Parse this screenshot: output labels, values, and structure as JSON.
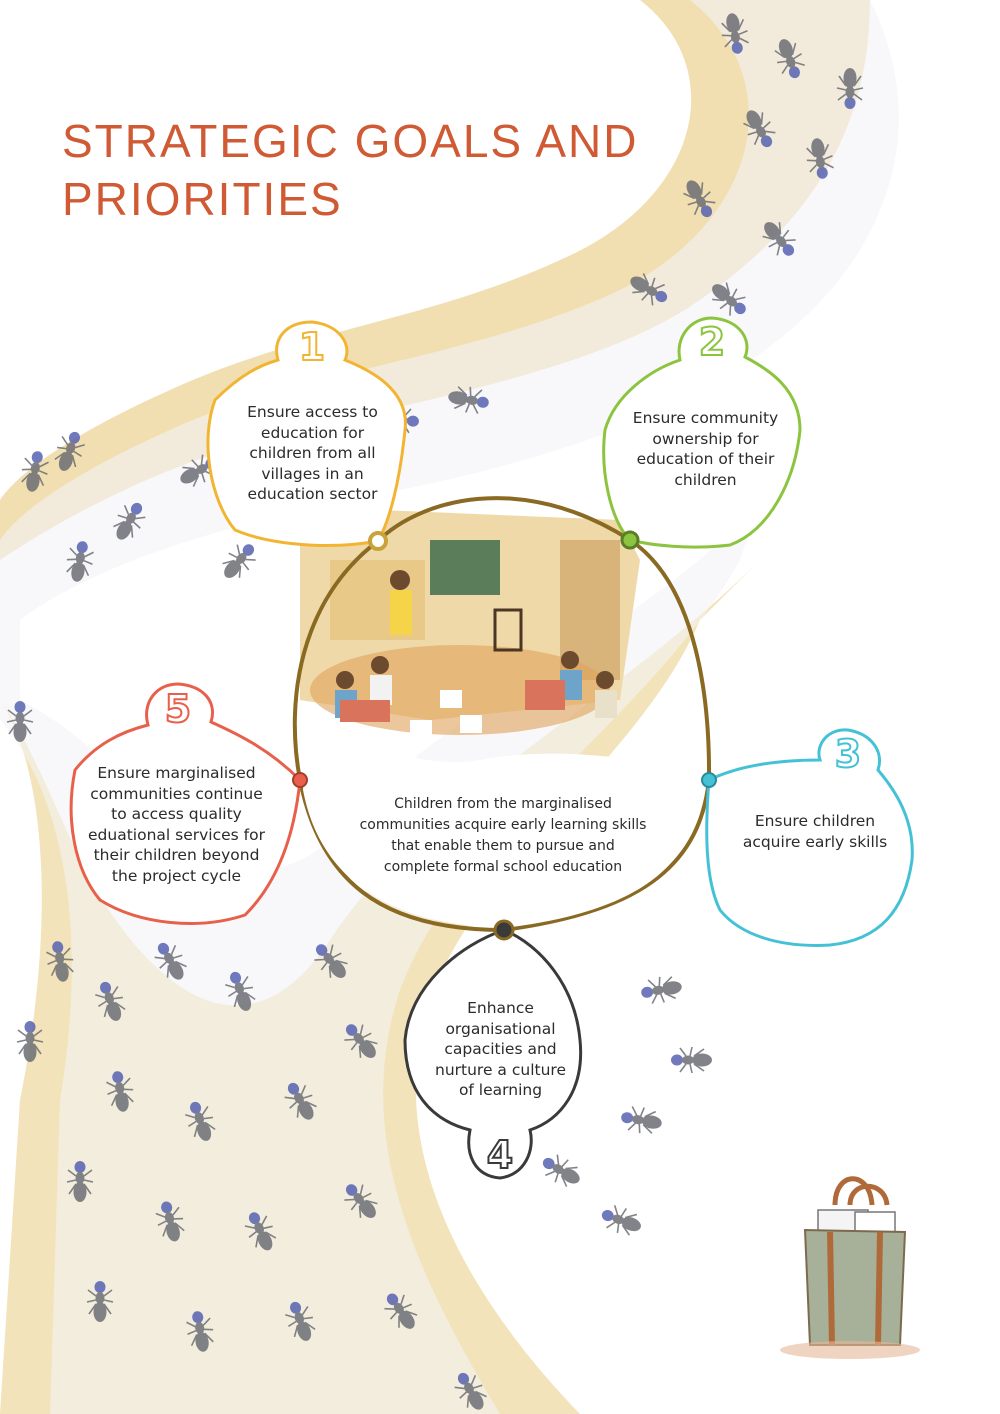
{
  "page": {
    "title_line1": "STRATEGIC GOALS AND",
    "title_line2": "PRIORITIES"
  },
  "colors": {
    "title": "#cf5a34",
    "goal1": "#f2b533",
    "goal2": "#8cc43f",
    "goal3": "#45c1d6",
    "goal4": "#3a3a3a",
    "goal5": "#e8604b",
    "center": "#8a6a22",
    "path": "#efd9a3"
  },
  "center": {
    "text": "Children from the marginalised communities acquire early learning skills that enable them to pursue and complete formal school education"
  },
  "goals": [
    {
      "number": "1",
      "text": "Ensure access to education for children from all villages in an education sector"
    },
    {
      "number": "2",
      "text": "Ensure community ownership for education of their children"
    },
    {
      "number": "3",
      "text": "Ensure children acquire early skills"
    },
    {
      "number": "4",
      "text": "Enhance organisational capacities and nurture a culture of learning"
    },
    {
      "number": "5",
      "text": "Ensure marginalised communities continue to access quality eduational services for their children beyond the project cycle"
    }
  ]
}
